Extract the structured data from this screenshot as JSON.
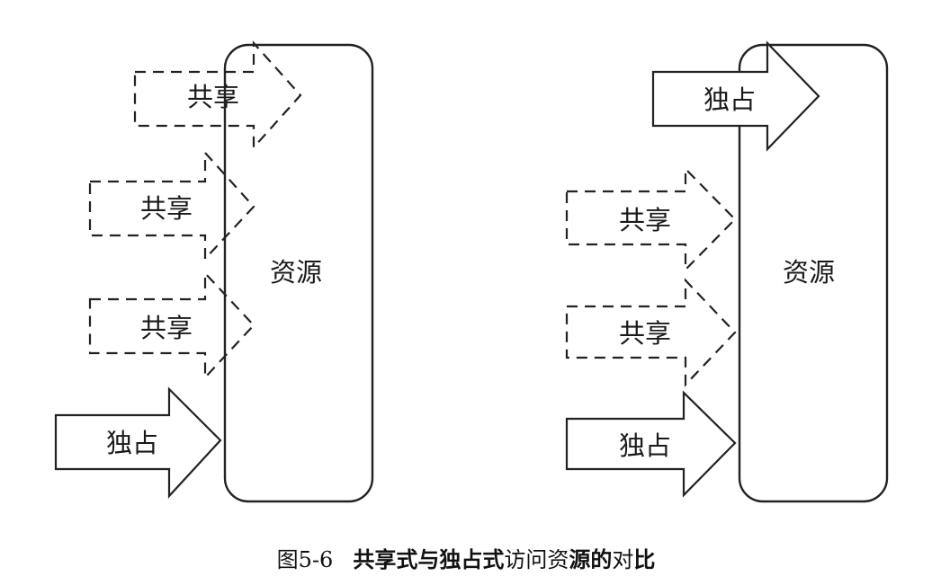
{
  "figure": {
    "left_panel": {
      "resource_label": "资源",
      "arrows": [
        {
          "label": "共享",
          "kind": "shared"
        },
        {
          "label": "共享",
          "kind": "shared"
        },
        {
          "label": "共享",
          "kind": "shared"
        },
        {
          "label": "独占",
          "kind": "exclusive"
        }
      ]
    },
    "right_panel": {
      "resource_label": "资源",
      "arrows": [
        {
          "label": "独占",
          "kind": "exclusive"
        },
        {
          "label": "共享",
          "kind": "shared"
        },
        {
          "label": "共享",
          "kind": "shared"
        },
        {
          "label": "独占",
          "kind": "exclusive"
        }
      ]
    }
  },
  "caption": {
    "number": "图5-6",
    "part1_bold": "共享式与独占式",
    "part2": "访问资",
    "part3_bold": "源的",
    "part4": "对",
    "part5_bold": "比"
  }
}
